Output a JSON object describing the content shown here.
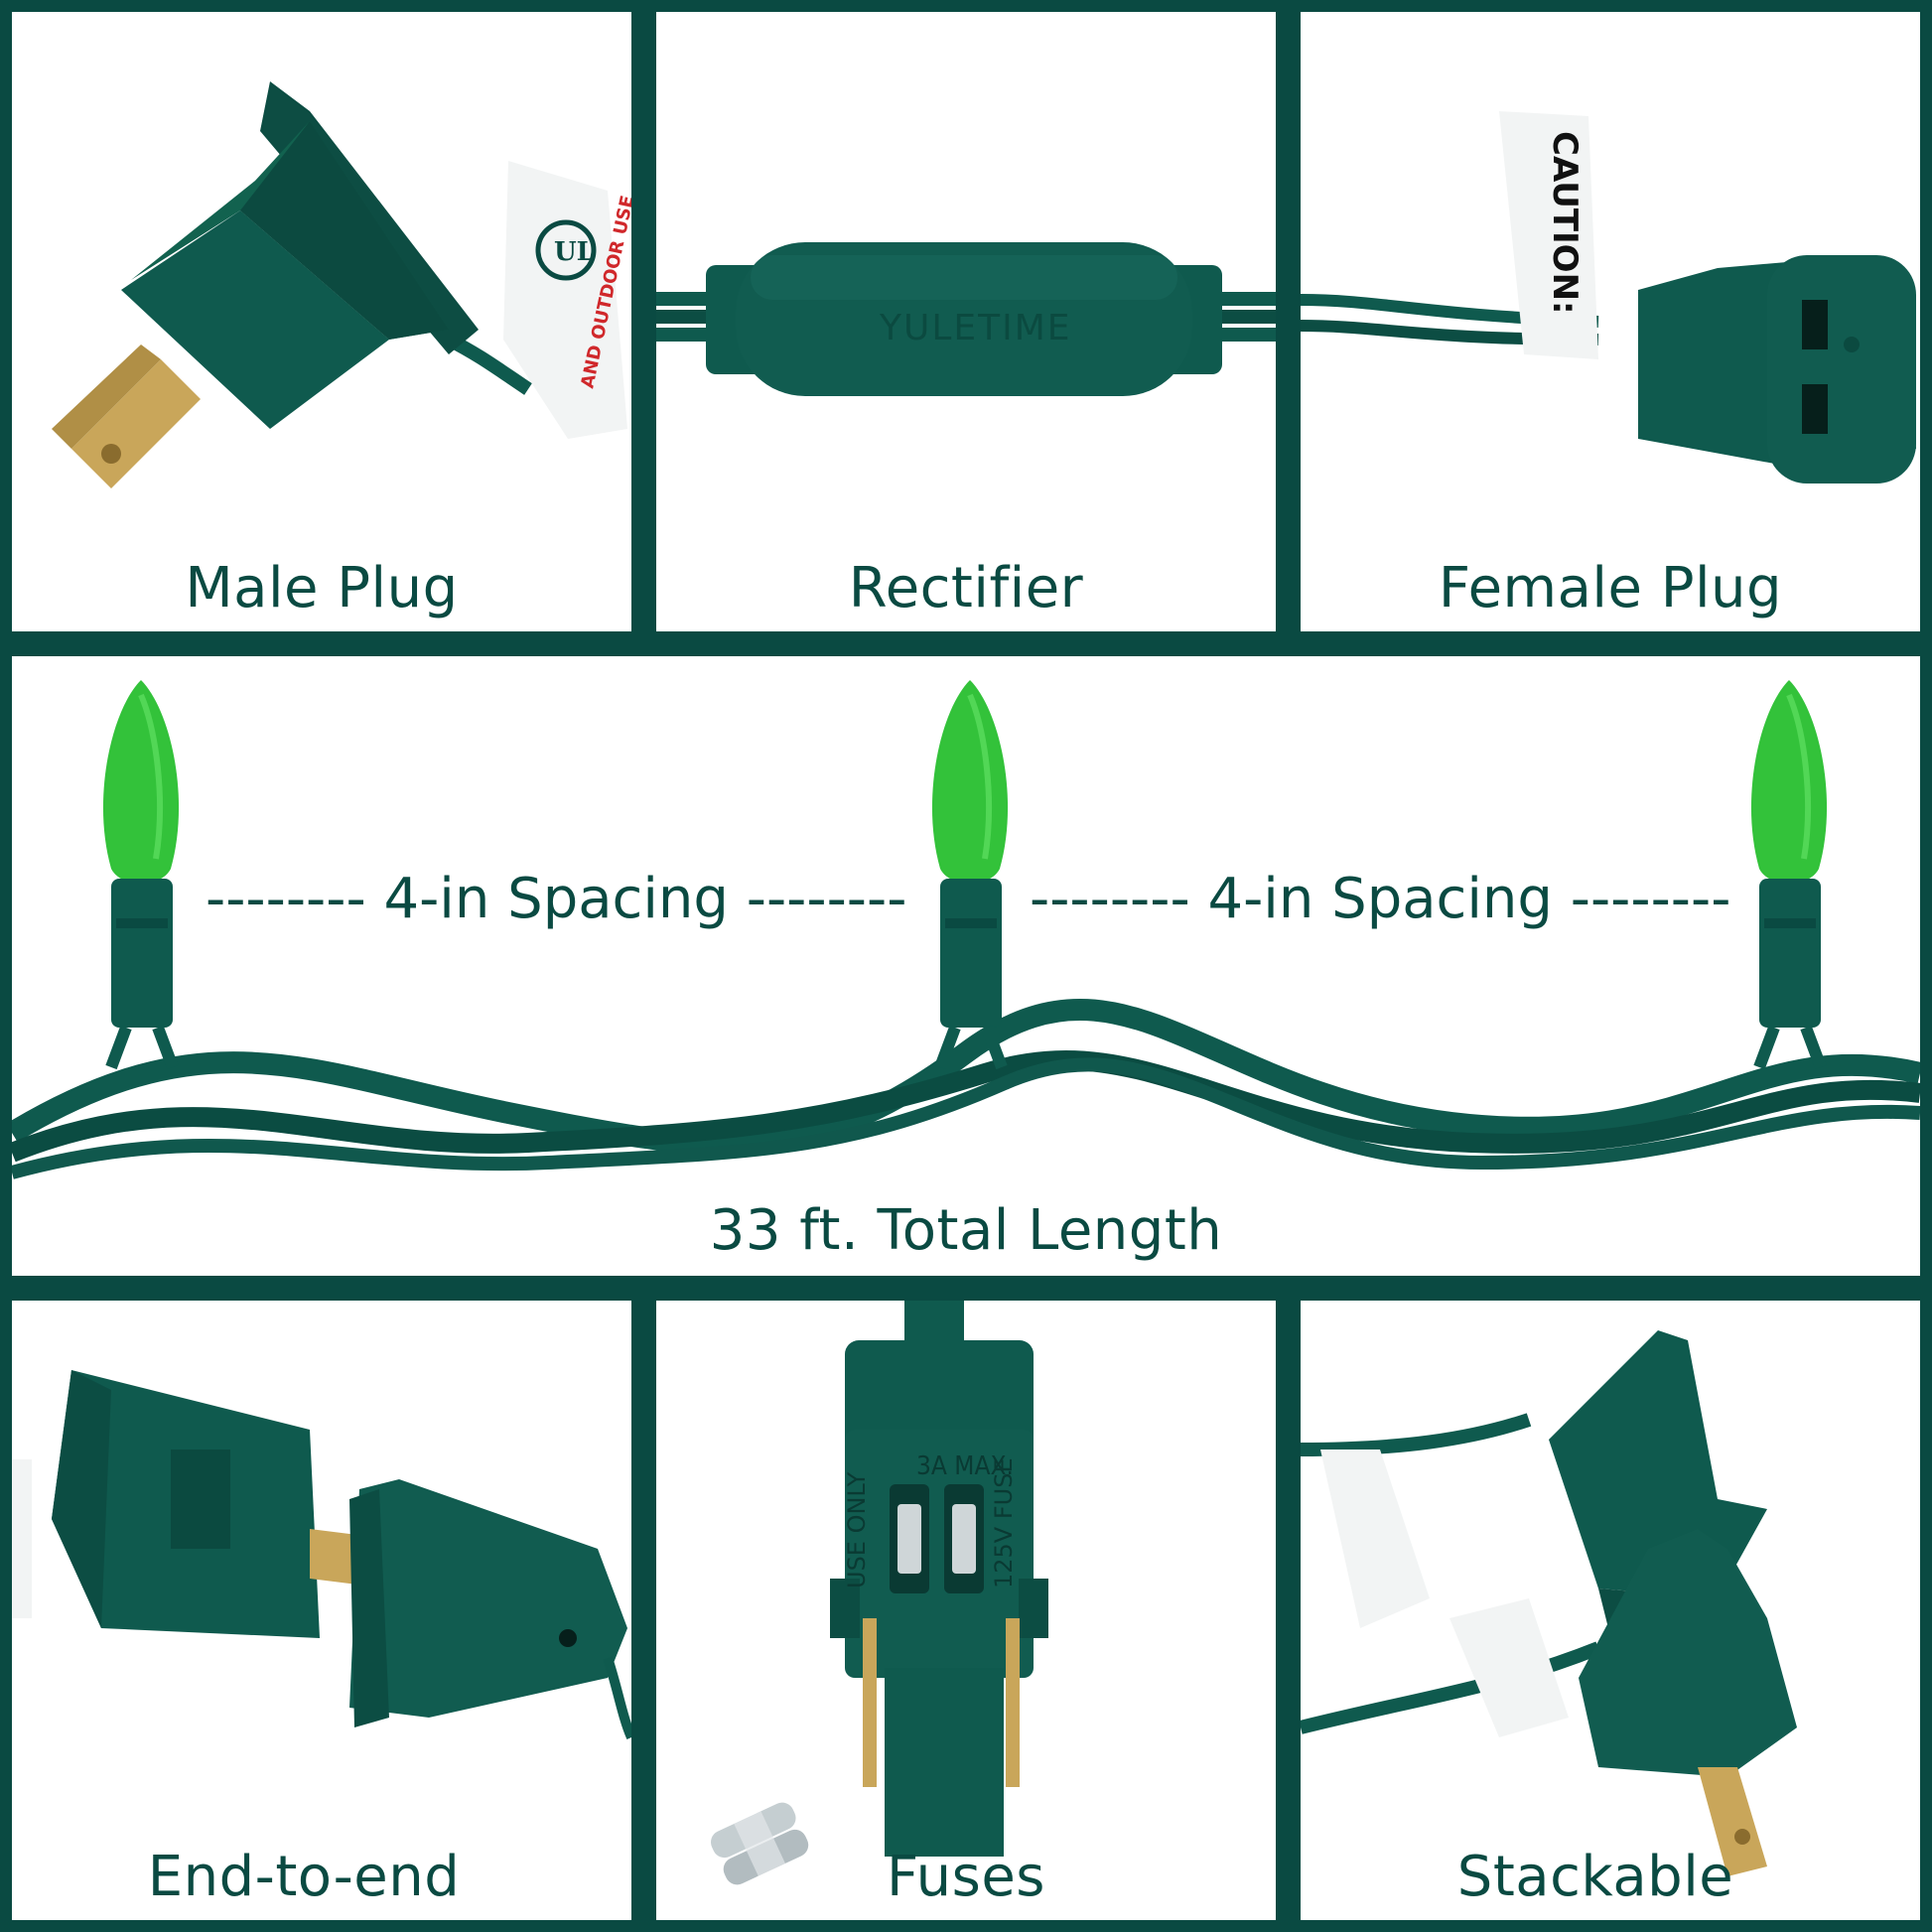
{
  "colors": {
    "frame": "#0a4a42",
    "panel_bg": "#ffffff",
    "plastic_green": "#0f5a4e",
    "bulb_green": "#33c23a",
    "brass": "#c9a65a",
    "label_red": "#d0282b"
  },
  "panels": {
    "male_plug": {
      "caption": "Male Plug",
      "icon": "male-plug-icon"
    },
    "rectifier": {
      "caption": "Rectifier",
      "icon": "rectifier-icon",
      "brand_mark": "YULETIME"
    },
    "female_plug": {
      "caption": "Female Plug",
      "icon": "female-plug-icon",
      "tag_heading": "CAUTION:"
    },
    "string": {
      "spacing_left": "-------- 4-in Spacing --------",
      "spacing_right": "-------- 4-in Spacing --------",
      "caption": "33 ft. Total Length",
      "icon": "c6-bulb-icon"
    },
    "end_to_end": {
      "caption": "End-to-end",
      "icon": "connected-plugs-icon"
    },
    "fuses": {
      "caption": "Fuses",
      "icon": "fuse-plug-icon",
      "plug_left_text": "USE ONLY",
      "plug_top_text": "3A MAX.",
      "plug_right_text": "125V FUSE"
    },
    "stackable": {
      "caption": "Stackable",
      "icon": "stacked-plugs-icon"
    }
  }
}
